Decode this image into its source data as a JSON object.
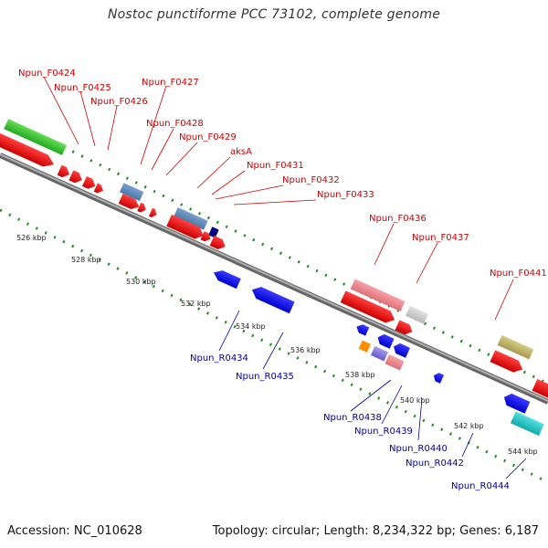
{
  "title": "Nostoc punctiforme PCC 73102, complete genome",
  "footer": {
    "accession_label": "Accession:",
    "accession": "NC_010628",
    "topology_label": "Topology:",
    "topology": "circular",
    "length_label": "Length:",
    "length": "8,234,322 bp",
    "genes_label": "Genes:",
    "genes": "6,187"
  },
  "colors": {
    "forward_label": "#cc0000",
    "reverse_label": "#000099",
    "tick_green": "#228b22",
    "backbone": "#888888"
  },
  "forward_genes": [
    "Npun_F0424",
    "Npun_F0425",
    "Npun_F0426",
    "Npun_F0427",
    "Npun_F0428",
    "Npun_F0429",
    "aksA",
    "Npun_F0431",
    "Npun_F0432",
    "Npun_F0433",
    "Npun_F0436",
    "Npun_F0437",
    "Npun_F0441"
  ],
  "reverse_genes": [
    "Npun_R0434",
    "Npun_R0435",
    "Npun_R0438",
    "Npun_R0439",
    "Npun_R0440",
    "Npun_R0442",
    "Npun_R0444"
  ],
  "kbp_ticks": [
    "526 kbp",
    "528 kbp",
    "530 kbp",
    "532 kbp",
    "534 kbp",
    "536 kbp",
    "538 kbp",
    "540 kbp",
    "542 kbp",
    "544 kbp"
  ]
}
